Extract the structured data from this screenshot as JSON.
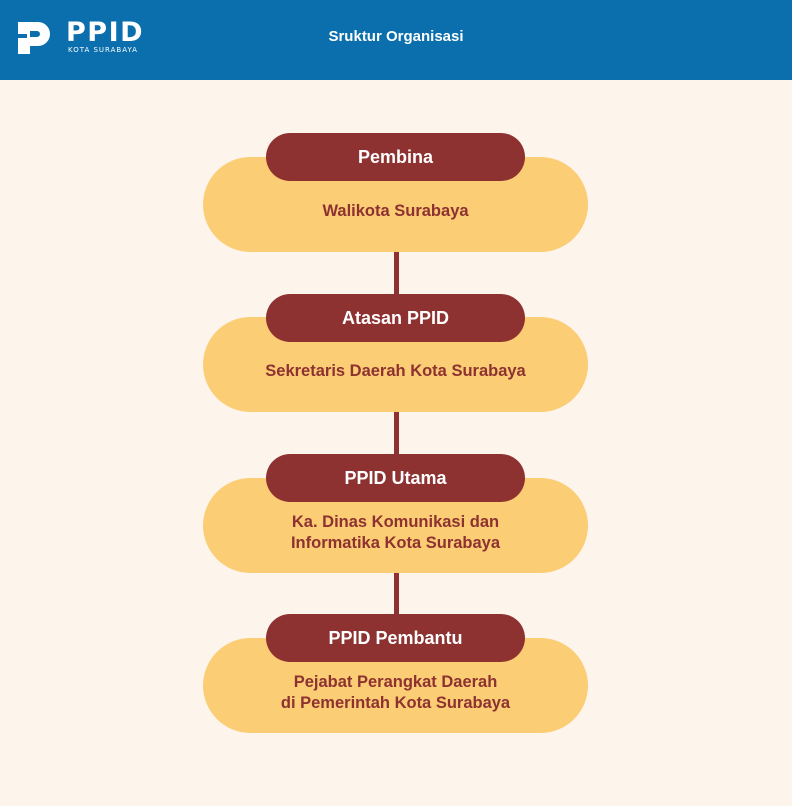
{
  "header": {
    "logo_text": "PPID",
    "logo_subtext": "KOTA SURABAYA",
    "logo_icon": "ppid-logo-icon",
    "title": "Sruktur Organisasi"
  },
  "colors": {
    "header_bg": "#0b6fae",
    "page_bg": "#fdf5ec",
    "role_header_bg": "#8e3131",
    "role_body_bg": "#fbcd74",
    "role_body_text": "#8e3131"
  },
  "levels": [
    {
      "title": "Pembina",
      "holder": "Walikota Surabaya"
    },
    {
      "title": "Atasan PPID",
      "holder": "Sekretaris Daerah Kota Surabaya"
    },
    {
      "title": "PPID Utama",
      "holder": "Ka. Dinas Komunikasi dan\nInformatika Kota Surabaya"
    },
    {
      "title": "PPID Pembantu",
      "holder": "Pejabat Perangkat Daerah\ndi Pemerintah Kota Surabaya"
    }
  ]
}
